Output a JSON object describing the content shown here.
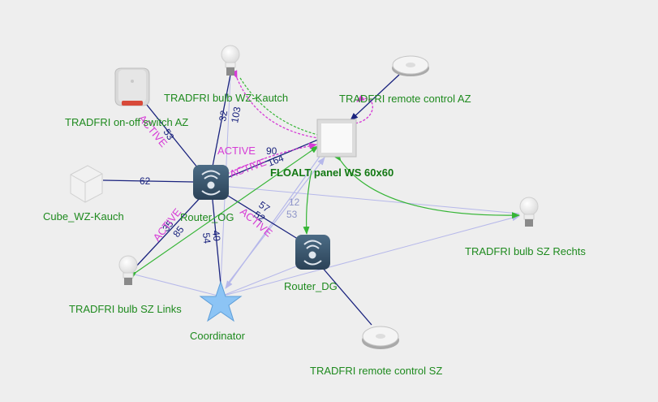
{
  "colors": {
    "background": "#eeeeee",
    "label_green": "#1e8a1e",
    "link_dark": "#1a237e",
    "link_faint": "#b6b8ea",
    "link_green": "#36b536",
    "active": "#d63bd6",
    "coordinator": "#8cc4f5"
  },
  "nodes": [
    {
      "id": "switch_az",
      "label": "TRADFRI on-off switch AZ",
      "icon": "switch-icon"
    },
    {
      "id": "bulb_wz",
      "label": "TRADFRI bulb WZ-Kautch",
      "icon": "bulb-icon"
    },
    {
      "id": "remote_az",
      "label": "TRADFRI remote control AZ",
      "icon": "remote-icon"
    },
    {
      "id": "floalt",
      "label": "FLOALT panel WS 60x60",
      "icon": "panel-icon"
    },
    {
      "id": "cube",
      "label": "Cube_WZ-Kauch",
      "icon": "cube-icon"
    },
    {
      "id": "router_og",
      "label": "Router_OG",
      "icon": "router-icon"
    },
    {
      "id": "bulb_sz_rechts",
      "label": "TRADFRI bulb SZ Rechts",
      "icon": "bulb-icon"
    },
    {
      "id": "router_dg",
      "label": "Router_DG",
      "icon": "router-icon"
    },
    {
      "id": "bulb_sz_links",
      "label": "TRADFRI bulb SZ Links",
      "icon": "bulb-icon"
    },
    {
      "id": "coordinator",
      "label": "Coordinator",
      "icon": "star-icon"
    },
    {
      "id": "remote_sz",
      "label": "TRADFRI remote control SZ",
      "icon": "remote-icon"
    }
  ],
  "link_labels": {
    "switch_og": "53",
    "bulbwz_og_a": "32",
    "bulbwz_og_b": "103",
    "cube_og": "62",
    "og_floalt_a": "90",
    "og_floalt_b": "164",
    "og_bulbsl_a": "35",
    "og_bulbsl_b": "85",
    "og_coord_a": "54",
    "og_coord_b": "40",
    "og_dg_a": "57",
    "og_dg_b": "52",
    "floalt_coord_a": "12",
    "floalt_coord_b": "53"
  },
  "active_labels": {
    "switch_og": "ACTIVE",
    "og_floalt_upper": "ACTIVE",
    "og_floalt_lower": "ACTIVE",
    "og_bulbsl": "ACTIVE",
    "og_dg": "ACTIVE"
  }
}
